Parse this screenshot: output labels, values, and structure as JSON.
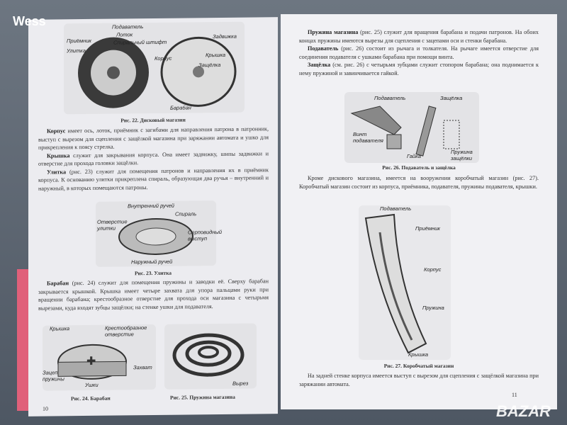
{
  "watermark_top": "Wess",
  "watermark_bottom": "BAZAR",
  "left_page": {
    "page_number": "10",
    "fig22": {
      "caption": "Рис. 22. Дисковый магазин",
      "labels": [
        "Подаватель",
        "Приёмник",
        "Лоток",
        "Спиральный штифт",
        "Улитка",
        "Корпус",
        "Задвижка",
        "Крышка",
        "Защёлка",
        "Барабан"
      ]
    },
    "para1": {
      "term": "Корпус",
      "text": " имеет ось, лоток, приёмник с загибами для направления патрона в патронник, выступ с вырезом для сцепления с защёлкой магазина при заряжании автомата и ушко для прикрепления к поясу стрелка."
    },
    "para2": {
      "term": "Крышка",
      "text": " служит для закрывания корпуса. Она имеет задвижку, шипы задвижки и отверстие для прохода головки защёлки."
    },
    "para3": {
      "term": "Улитка",
      "text": " (рис. 23) служит для помещения патронов и направления их в приёмник корпуса. К основанию улитки прикреплена спираль, образующая два ручья – внутренний и наружный, в которых помещаются патроны."
    },
    "fig23": {
      "caption": "Рис. 23. Улитка",
      "labels": [
        "Внутренний ручей",
        "Спираль",
        "Отверстие улитки",
        "Серповидный выступ",
        "Наружный ручей"
      ]
    },
    "para4": {
      "term": "Барабан",
      "text": " (рис. 24) служит для помещения пружины и заводки её. Сверху барабан закрывается крышкой. Крышка имеет четыре захвата для упора пальцами руки при вращении барабана; крестообразное отверстие для прохода оси магазина с четырьмя вырезами, куда входят зубцы защёлки; на стенке ушки для подавателя."
    },
    "fig24": {
      "caption": "Рис. 24. Барабан",
      "labels": [
        "Крышка",
        "Крестообразное отверстие",
        "Зацеп пружины",
        "Ушки",
        "Захват"
      ]
    },
    "fig25": {
      "caption": "Рис. 25. Пружина магазина",
      "labels": [
        "Вырез"
      ]
    }
  },
  "right_page": {
    "page_number": "11",
    "para1": {
      "term": "Пружина магазина",
      "text": " (рис. 25) служит для вращения барабана и подачи патронов. На обоих концах пружины имеются вырезы для сцепления с зацепами оси и стенки барабана."
    },
    "para2": {
      "term": "Подаватель",
      "text": " (рис. 26) состоит из рычага и толкателя. На рычаге имеется отверстие для соединения подавателя с ушками барабана при помощи винта."
    },
    "para3": {
      "term": "Защёлка",
      "text": " (см. рис. 26) с четырьмя зубцами служит стопором барабана; она поднимается к нему пружиной и завинчивается гайкой."
    },
    "fig26": {
      "caption": "Рис. 26. Подаватель и защёлка",
      "labels": [
        "Подаватель",
        "Защёлка",
        "Винт подавателя",
        "Гайка",
        "Пружина защёлки"
      ]
    },
    "para4": {
      "text": "Кроме дискового магазина, имеется на вооружении коробчатый магазин (рис. 27). Коробчатый магазин состоит из корпуса, приёмника, подавателя, пружины подавателя, крышки."
    },
    "fig27": {
      "caption": "Рис. 27. Коробчатый магазин",
      "labels": [
        "Подаватель",
        "Приёмник",
        "Корпус",
        "Пружина",
        "Крышка"
      ]
    },
    "para5": {
      "text": "На задней стенке корпуса имеется выступ с вырезом для сцепления с защёлкой магазина при заряжании автомата."
    }
  }
}
